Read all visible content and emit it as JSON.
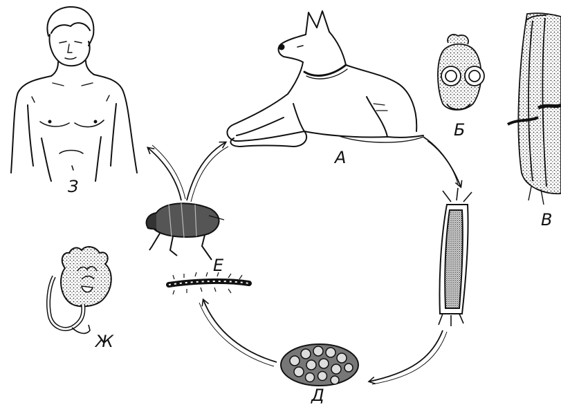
{
  "labels": {
    "dog": "А",
    "head": "Б",
    "segment": "В",
    "egg_capsule": "Д",
    "flea_larva": "Е",
    "cysticercoid": "Ж",
    "human": "З"
  },
  "colors": {
    "ink": "#111111",
    "paper": "#ffffff",
    "stipple": "#3a3a3a"
  }
}
